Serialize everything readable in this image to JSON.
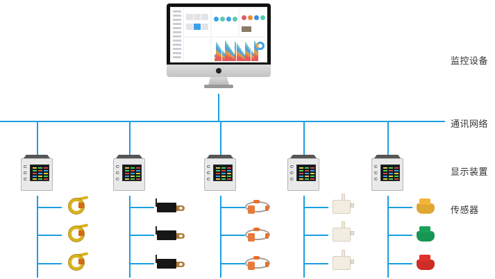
{
  "diagram": {
    "type": "system-architecture",
    "layers": [
      {
        "id": "monitoring",
        "label": "监控设备"
      },
      {
        "id": "network",
        "label": "通讯网络"
      },
      {
        "id": "display",
        "label": "显示装置"
      },
      {
        "id": "sensor",
        "label": "传感器"
      }
    ],
    "monitor": {
      "name": "monitoring-workstation",
      "screen": "dashboard-ui"
    },
    "display_units": [
      {
        "name": "display-unit-1",
        "sensor_type": "ring-temperature-sensor",
        "sensor_count": 3
      },
      {
        "name": "display-unit-2",
        "sensor_type": "wireless-lug-temperature-sensor",
        "sensor_count": 3
      },
      {
        "name": "display-unit-3",
        "sensor_type": "band-temperature-sensor",
        "sensor_count": 3
      },
      {
        "name": "display-unit-4",
        "sensor_type": "temperature-humidity-sensor",
        "sensor_count": 3
      },
      {
        "name": "display-unit-5",
        "sensor_type": "cable-head-temperature-sensor",
        "sensor_count": 3,
        "sensor_colors": [
          "#f3b537",
          "#19a35a",
          "#e0302a"
        ]
      }
    ],
    "colors": {
      "connector": "#1a9ee0",
      "label_text": "#333333"
    }
  }
}
